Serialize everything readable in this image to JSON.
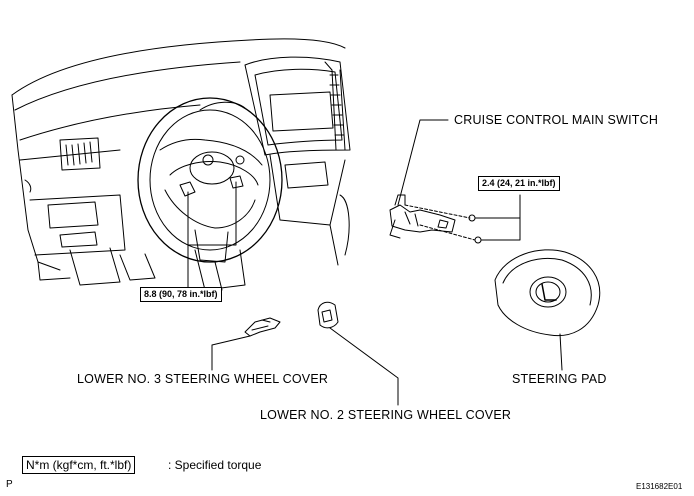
{
  "labels": {
    "cruise_switch": "CRUISE CONTROL MAIN SWITCH",
    "steering_pad": "STEERING PAD",
    "lower_no3_cover": "LOWER NO. 3 STEERING WHEEL COVER",
    "lower_no2_cover": "LOWER NO. 2 STEERING WHEEL COVER"
  },
  "torque": {
    "switch_screws": "2.4 (24, 21 in.*lbf)",
    "wheel_bolt": "8.8 (90, 78 in.*lbf)"
  },
  "legend": {
    "unit_box": "N*m (kgf*cm, ft.*lbf)",
    "description": ": Specified torque"
  },
  "footer": {
    "left_code": "P",
    "right_code": "E131682E01"
  }
}
